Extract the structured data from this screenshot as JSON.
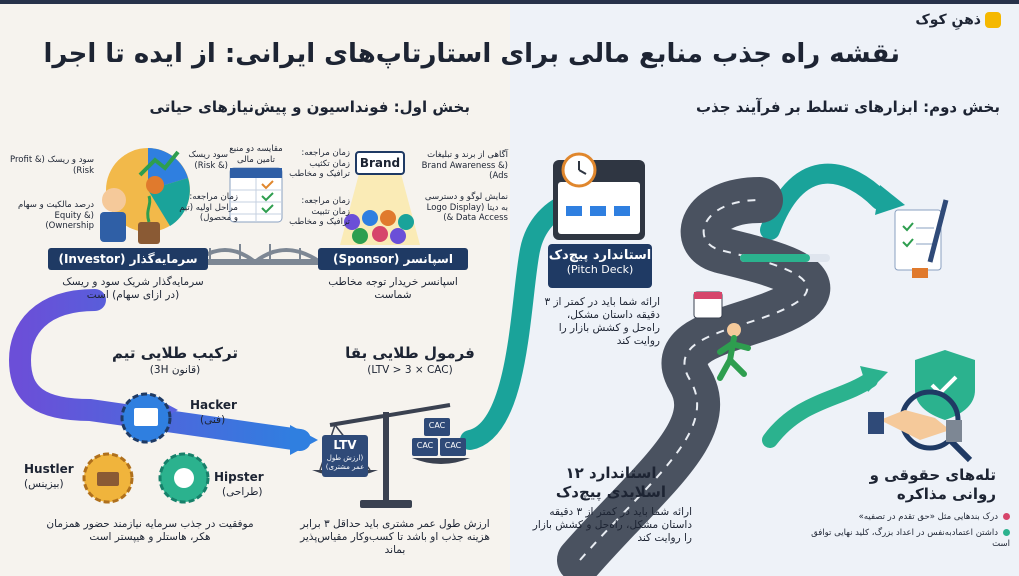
{
  "logo": {
    "text": "ذهنِ کوک"
  },
  "title": "نقشه راه جذب منابع مالی برای استارتاپ‌های ایرانی: از ایده تا اجرا",
  "part1": {
    "heading": "بخش اول: فونداسیون و پیش‌نیازهای حیاتی",
    "investor": {
      "label": "سرمایه‌گذار (Investor)",
      "desc": "سرمایه‌گذار شریک سود و ریسک (در ازای سهام) است",
      "note_profit": "سود و ریسک (Profit & Risk)",
      "note_equity": "درصد مالکیت و سهام (Equity & Ownership)",
      "note_profit2": "سود ریسک (& Risk)",
      "note_time": "زمان مراجعه: مراحل اولیه (تیم و محصول)"
    },
    "compare": {
      "caption": "مقایسه دو منبع تامین مالی",
      "note_top": "زمان مراجعه: زمان تکثیب ترافیک و مخاطب",
      "note_bottom": "زمان مراجعه: زمان تثبیت ترافیک و مخاطب"
    },
    "sponsor": {
      "label": "اسپانسر (Sponsor)",
      "desc": "اسپانسر خریدار توجه مخاطب شماست",
      "brand_sign": "Brand",
      "note_awareness": "آگاهی از برند و تبلیغات (Brand Awareness & Ads)",
      "note_data": "نمایش لوگو و دسترسی به دیتا (Logo Display & Data Access)"
    },
    "team": {
      "title": "ترکیب طلایی تیم",
      "subtitle": "(قانون 3H)",
      "hacker": "Hacker",
      "hacker_fa": "(فنی)",
      "hustler": "Hustler",
      "hustler_fa": "(بیزینس)",
      "hipster": "Hipster",
      "hipster_fa": "(طراحی)",
      "desc": "موفقیت در جذب سرمایه نیازمند حضور همزمان هکر، هاستلر و هیپستر است"
    },
    "formula": {
      "title": "فرمول طلایی بقا",
      "subtitle": "(LTV > 3 × CAC)",
      "ltv": "LTV",
      "ltv_fa": "(ارزش طول عمر مشتری)",
      "cac": "CAC",
      "desc": "ارزش طول عمر مشتری باید حداقل ۳ برابر هزینه جذب او باشد تا کسب‌وکار مقیاس‌پذیر بماند"
    }
  },
  "part2": {
    "heading": "بخش دوم: ابزارهای تسلط بر فرآیند جذب",
    "pitch": {
      "title": "استاندارد پیچ‌دک",
      "subtitle": "(Pitch Deck)",
      "desc": "ارائه شما باید در کمتر از ۳ دقیقه داستان مشکل، راه‌حل و کشش بازار را روایت کند"
    },
    "slides": {
      "title": "استاندارد ۱۲ اسلایدی پیچ‌دک",
      "desc": "ارائه شما باید در کمتر از ۳ دقیقه داستان مشکل، راه‌حل و کشش بازار را روایت کند"
    },
    "legal": {
      "title": "تله‌های حقوقی و روانی مذاکره",
      "b1": "درک بندهایی مثل «حق تقدم در تصفیه»",
      "b2": "داشتن اعتمادبه‌نفس در اعداد بزرگ، کلید نهایی توافق است"
    }
  },
  "colors": {
    "navy": "#1f3a64",
    "teal": "#1aa39a",
    "purple": "#6b4fd8",
    "blue": "#2f7fe0",
    "road": "#4a5260"
  }
}
